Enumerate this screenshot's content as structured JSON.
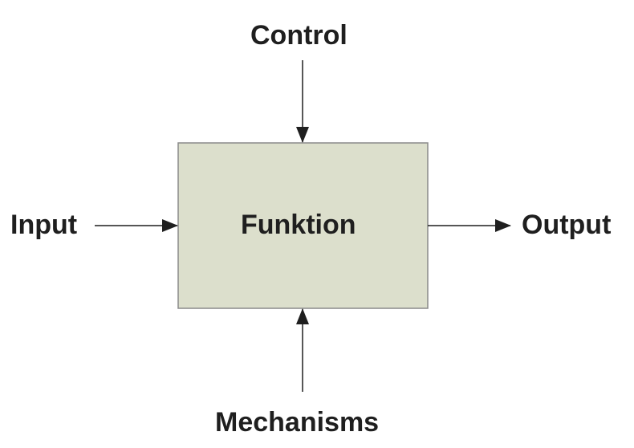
{
  "diagram": {
    "function_label": "Funktion",
    "control_label": "Control",
    "input_label": "Input",
    "output_label": "Output",
    "mechanisms_label": "Mechanisms"
  },
  "colors": {
    "box_fill": "#dcdfcc",
    "box_stroke": "#8a8a8a",
    "arrow": "#1f1f1f",
    "text": "#1f1f1f"
  }
}
